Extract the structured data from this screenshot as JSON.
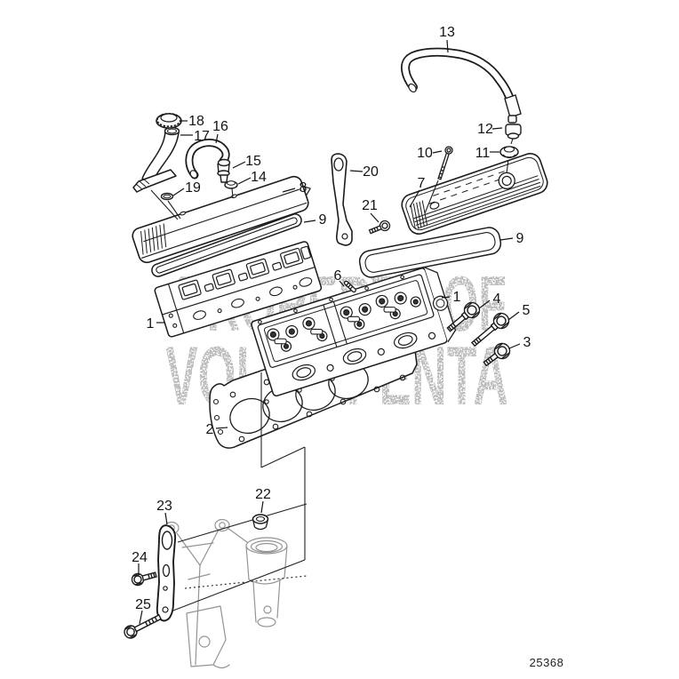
{
  "figure": {
    "part_number": "25368",
    "watermark_line1": "PROPERTY OF",
    "watermark_line2": "VOLVO PENTA"
  },
  "callouts": [
    {
      "label": "18"
    },
    {
      "label": "17"
    },
    {
      "label": "16"
    },
    {
      "label": "15"
    },
    {
      "label": "14"
    },
    {
      "label": "19"
    },
    {
      "label": "8"
    },
    {
      "label": "9"
    },
    {
      "label": "13"
    },
    {
      "label": "12"
    },
    {
      "label": "11"
    },
    {
      "label": "10"
    },
    {
      "label": "7"
    },
    {
      "label": "20"
    },
    {
      "label": "21"
    },
    {
      "label": "9"
    },
    {
      "label": "1"
    },
    {
      "label": "4"
    },
    {
      "label": "5"
    },
    {
      "label": "3"
    },
    {
      "label": "6"
    },
    {
      "label": "1"
    },
    {
      "label": "2"
    },
    {
      "label": "22"
    },
    {
      "label": "23"
    },
    {
      "label": "24"
    },
    {
      "label": "25"
    }
  ]
}
